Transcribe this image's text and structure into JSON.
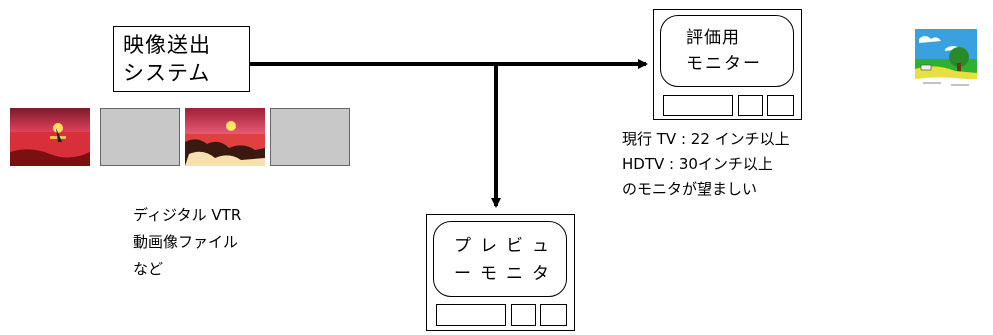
{
  "source": {
    "line1": "映像送出",
    "line2": "システム"
  },
  "eval_monitor": {
    "line1": "評価用",
    "line2": "モニター"
  },
  "preview_monitor": {
    "line1": "プレビュ",
    "line2": "ーモニタ"
  },
  "eval_notes": {
    "line1": "現行 TV : 22 インチ以上",
    "line2": "HDTV : 30インチ以上",
    "line3": "のモニタが望ましい"
  },
  "source_notes": {
    "line1": "ディジタル VTR",
    "line2": "動画像ファイル",
    "line3": "など"
  },
  "thumbnails": [
    {
      "name": "sunset-sea-image",
      "kind": "image"
    },
    {
      "name": "blank-frame",
      "kind": "blank"
    },
    {
      "name": "sunset-rocks-image",
      "kind": "image"
    },
    {
      "name": "blank-frame",
      "kind": "blank"
    }
  ],
  "colors": {
    "line": "#000000",
    "blank_frame": "#c8c8c8"
  }
}
